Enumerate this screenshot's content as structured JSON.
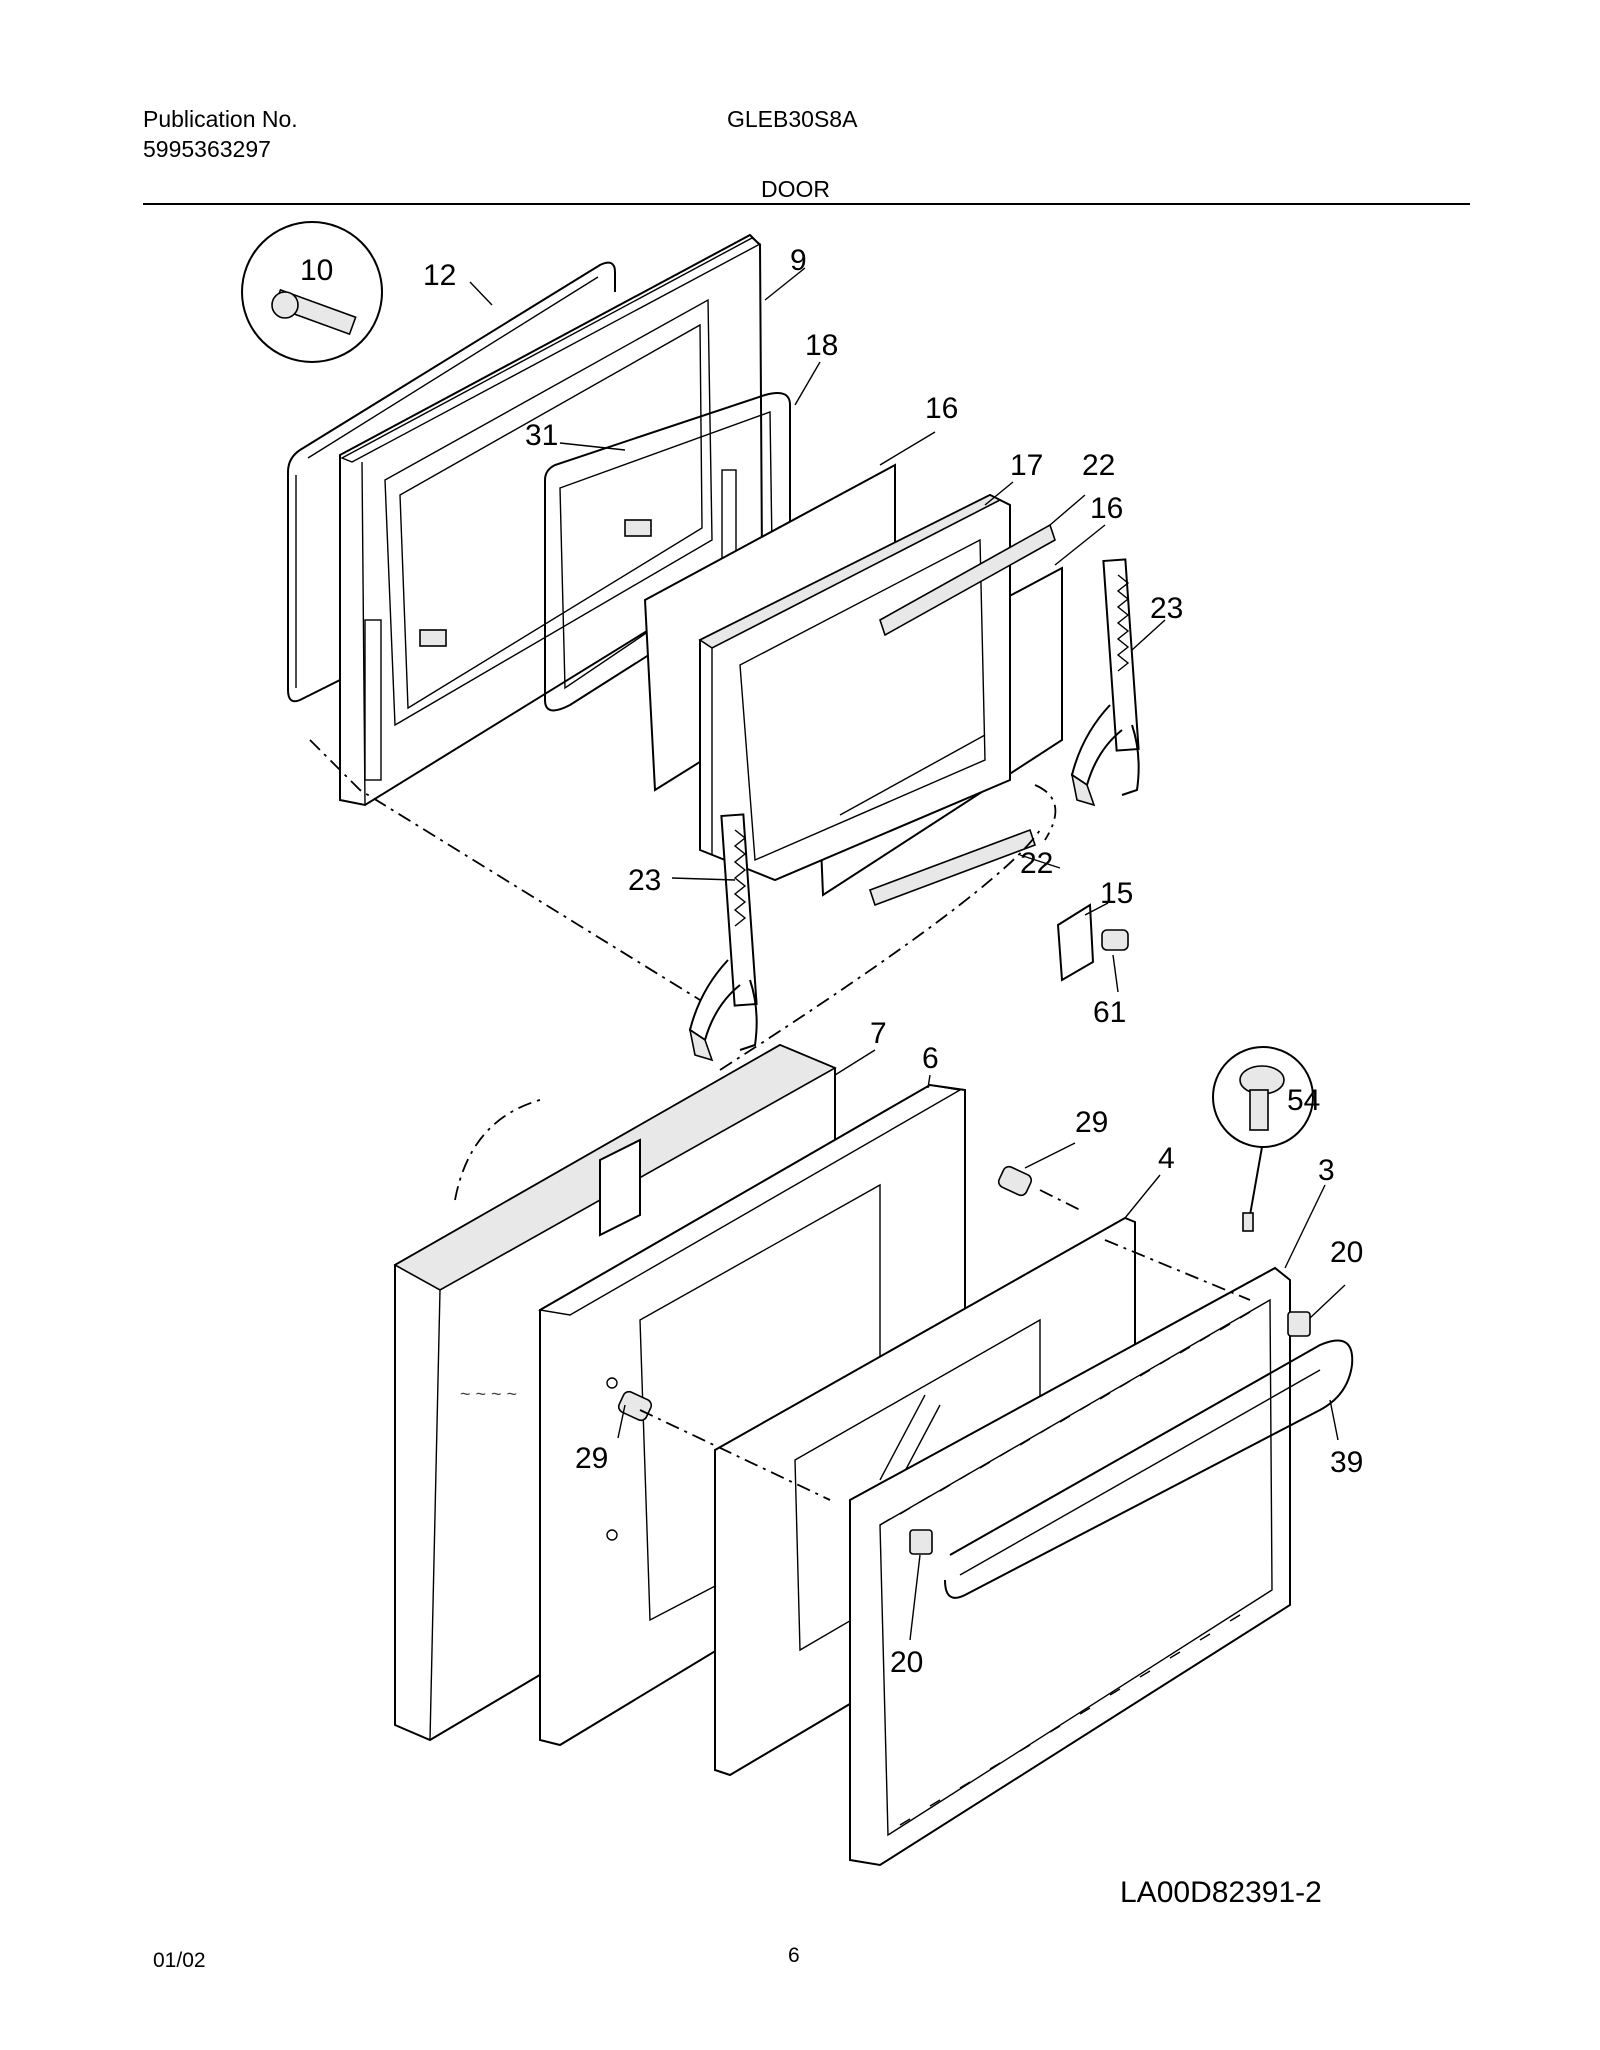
{
  "header": {
    "publication_label": "Publication No.",
    "publication_number": "5995363297",
    "model": "GLEB30S8A",
    "section_title": "DOOR"
  },
  "footer": {
    "date": "01/02",
    "page_number": "6",
    "diagram_code": "LA00D82391-2"
  },
  "callouts": {
    "c10": "10",
    "c12": "12",
    "c9": "9",
    "c18": "18",
    "c16a": "16",
    "c17": "17",
    "c22a": "22",
    "c16b": "16",
    "c31": "31",
    "c23a": "23",
    "c23b": "23",
    "c22b": "22",
    "c15": "15",
    "c61": "61",
    "c7": "7",
    "c6": "6",
    "c29a": "29",
    "c4": "4",
    "c54": "54",
    "c3": "3",
    "c20a": "20",
    "c39": "39",
    "c29b": "29",
    "c20b": "20"
  }
}
